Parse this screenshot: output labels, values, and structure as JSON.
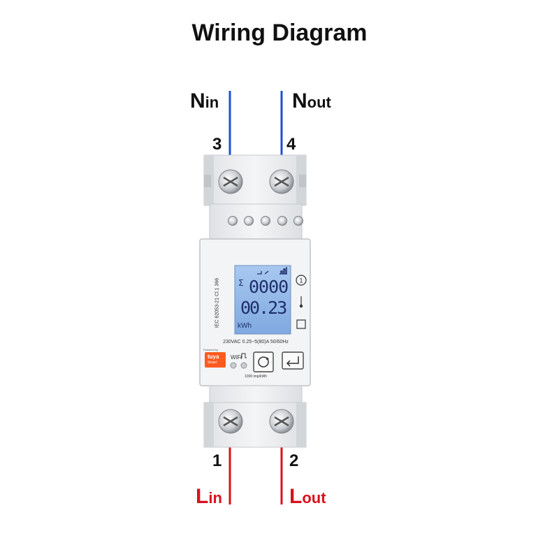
{
  "title": "Wiring Diagram",
  "terminals": {
    "n_in": {
      "main": "N",
      "sub": "in",
      "number": "3"
    },
    "n_out": {
      "main": "N",
      "sub": "out",
      "number": "4"
    },
    "l_in": {
      "main": "L",
      "sub": "in",
      "number": "1"
    },
    "l_out": {
      "main": "L",
      "sub": "out",
      "number": "2"
    }
  },
  "meter": {
    "side_text": "IEC 62053-21   Cl.1   366",
    "display": {
      "sigma": "Σ",
      "line1": "0000",
      "line2": "00.23",
      "unit": "kWh"
    },
    "rating": "230VAC 0.25~5(80)A  50/60Hz",
    "wifi_label": "WiFi",
    "brand_top": "Powered by",
    "brand": "tuya",
    "brand_sub": "Smart",
    "imp": "1000 imp/kWh"
  },
  "colors": {
    "neutral_wire": "#1f4fd0",
    "live_wire": "#d8121c",
    "meter_body": "#eef0f2",
    "lcd": "#8fb8ec"
  }
}
